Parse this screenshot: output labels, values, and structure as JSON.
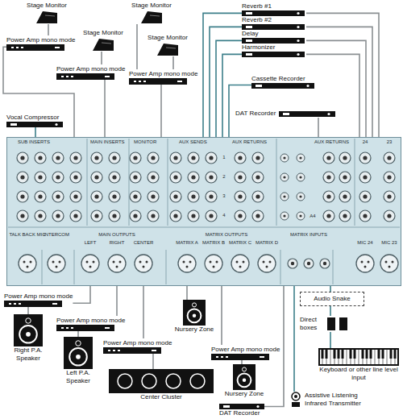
{
  "diagram": {
    "nodes": [
      {
        "text": [
          "Stage Monitor"
        ]
      },
      {
        "text": [
          "Stage Monitor"
        ]
      },
      {
        "text": [
          "Stage Monitor"
        ]
      },
      {
        "text": [
          "Stage Monitor"
        ]
      },
      {
        "text": [
          "Power Amp mono mode"
        ]
      },
      {
        "text": [
          "Power Amp mono mode"
        ]
      },
      {
        "text": [
          "Power Amp mono mode"
        ]
      },
      {
        "text": [
          "Vocal Compressor"
        ]
      },
      {
        "text": [
          "Reverb #1"
        ]
      },
      {
        "text": [
          "Reverb #2"
        ]
      },
      {
        "text": [
          "Delay"
        ]
      },
      {
        "text": [
          "Harmonizer"
        ]
      },
      {
        "text": [
          "Cassette Recorder"
        ]
      },
      {
        "text": [
          "DAT Recorder"
        ]
      },
      {
        "text": [
          "SUB INSERTS",
          "MAIN INSERTS",
          "MONITOR",
          "AUX SENDS",
          "AUX RETURNS",
          "AUX RETURNS",
          "24",
          "23",
          "1",
          "2",
          "3",
          "4",
          "A4",
          "TALK BACK MIC",
          "INTERCOM",
          "MAIN OUTPUTS",
          "MATRIX OUTPUTS",
          "MATRIX INPUTS",
          "LEFT",
          "RIGHT",
          "CENTER",
          "MATRIX A",
          "MATRIX B",
          "MATRIX C",
          "MATRIX D",
          "MIC 24",
          "MIC 23"
        ]
      },
      {
        "text": [
          "Power Amp mono mode"
        ]
      },
      {
        "text": [
          "Right P.A. Speaker"
        ]
      },
      {
        "text": [
          "Power Amp mono mode"
        ]
      },
      {
        "text": [
          "Left P.A. Speaker"
        ]
      },
      {
        "text": [
          "Power Amp mono mode"
        ]
      },
      {
        "text": [
          "Center Cluster"
        ]
      },
      {
        "text": [
          "Nursery Zone"
        ]
      },
      {
        "text": [
          "Power Amp mono mode"
        ]
      },
      {
        "text": [
          "Nursery Zone"
        ]
      },
      {
        "text": [
          "DAT Recorder"
        ]
      },
      {
        "text": [
          "Assistive Listening Infrared Transmitter"
        ]
      },
      {
        "text": [
          "Audio Snake"
        ]
      },
      {
        "text": [
          "Direct boxes"
        ]
      },
      {
        "text": [
          "Keyboard or other line level input"
        ]
      }
    ],
    "edges": [
      {
        "from": 4,
        "to": 0,
        "arrow": "none"
      },
      {
        "from": 5,
        "to": 1,
        "arrow": "none"
      },
      {
        "from": 6,
        "to": 2,
        "arrow": "none"
      },
      {
        "from": 6,
        "to": 3,
        "arrow": "none"
      },
      {
        "from": 14,
        "to": 4,
        "arrow": "none"
      },
      {
        "from": 14,
        "to": 5,
        "arrow": "none"
      },
      {
        "from": 14,
        "to": 6,
        "arrow": "none"
      },
      {
        "from": 7,
        "to": 14,
        "arrow": "none"
      },
      {
        "from": 14,
        "to": 8,
        "arrow": "none"
      },
      {
        "from": 14,
        "to": 9,
        "arrow": "none"
      },
      {
        "from": 14,
        "to": 10,
        "arrow": "none"
      },
      {
        "from": 14,
        "to": 11,
        "arrow": "none"
      },
      {
        "from": 8,
        "to": 14,
        "arrow": "none"
      },
      {
        "from": 9,
        "to": 14,
        "arrow": "none"
      },
      {
        "from": 10,
        "to": 14,
        "arrow": "none"
      },
      {
        "from": 11,
        "to": 14,
        "arrow": "none"
      },
      {
        "from": 12,
        "to": 14,
        "arrow": "none"
      },
      {
        "from": 13,
        "to": 14,
        "arrow": "none"
      },
      {
        "from": 14,
        "to": 15,
        "arrow": "none"
      },
      {
        "from": 15,
        "to": 16,
        "arrow": "none"
      },
      {
        "from": 14,
        "to": 17,
        "arrow": "none"
      },
      {
        "from": 17,
        "to": 18,
        "arrow": "none"
      },
      {
        "from": 14,
        "to": 19,
        "arrow": "none"
      },
      {
        "from": 19,
        "to": 20,
        "arrow": "none"
      },
      {
        "from": 14,
        "to": 21,
        "arrow": "none"
      },
      {
        "from": 14,
        "to": 22,
        "arrow": "none"
      },
      {
        "from": 22,
        "to": 23,
        "arrow": "none"
      },
      {
        "from": 14,
        "to": 24,
        "arrow": "none"
      },
      {
        "from": 14,
        "to": 25,
        "arrow": "none"
      },
      {
        "from": 14,
        "to": 26,
        "arrow": "none"
      },
      {
        "from": 26,
        "to": 27,
        "arrow": "none"
      },
      {
        "from": 27,
        "to": 28,
        "arrow": "none"
      }
    ]
  }
}
